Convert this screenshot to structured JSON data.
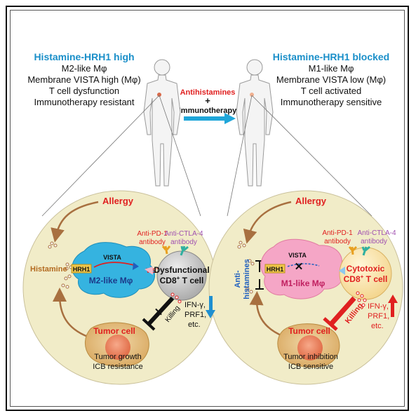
{
  "left_panel": {
    "title": "Histamine-HRH1 high",
    "lines": [
      "M2-like Mφ",
      "Membrane VISTA high (Mφ)",
      "T cell dysfunction",
      "Immunotherapy resistant"
    ]
  },
  "right_panel": {
    "title": "Histamine-HRH1 blocked",
    "lines": [
      "M1-like Mφ",
      "Membrane VISTA low (Mφ)",
      "T cell activated",
      "Immunotherapy sensitive"
    ]
  },
  "center": {
    "antihistamines": "Antihistamines",
    "plus": "+",
    "immunotherapy": "Immunotherapy"
  },
  "left_circle": {
    "allergy": "Allergy",
    "histamine": "Histamine",
    "hrh1": "HRH1",
    "vista_top": "VISTA",
    "vista_right": "VISTA",
    "macrophage": "M2-like Mφ",
    "tcell_line1": "Dysfunctional",
    "tcell_line2": "CD8",
    "tcell_sup": "+",
    "tcell_line3": " T cell",
    "antipd1_1": "Anti-PD-1",
    "antipd1_2": "antibody",
    "antictla4_1": "Anti-CTLA-4",
    "antictla4_2": "antibody",
    "killing": "Killing",
    "cytokines": [
      "IFN-γ,",
      "PRF1,",
      "etc."
    ],
    "tumor": "Tumor cell",
    "caption1": "Tumor growth",
    "caption2": "ICB resistance"
  },
  "right_circle": {
    "allergy": "Allergy",
    "antihistamines1": "Anti-",
    "antihistamines2": "histamines",
    "hrh1": "HRH1",
    "vista": "VISTA",
    "macrophage": "M1-like Mφ",
    "tcell_line1": "Cytotoxic",
    "tcell_line2": "CD8",
    "tcell_sup": "+",
    "tcell_line3": " T cell",
    "antipd1_1": "Anti-PD-1",
    "antipd1_2": "antibody",
    "antictla4_1": "Anti-CTLA-4",
    "antictla4_2": "antibody",
    "killing": "Killing",
    "cytokines": [
      "IFN-γ,",
      "PRF1,",
      "etc."
    ],
    "tumor": "Tumor cell",
    "caption1": "Tumor inhibition",
    "caption2": "ICB sensitive"
  },
  "colors": {
    "title_blue": "#1a8fc9",
    "red": "#e02020",
    "circle_fill": "#f1ecc8",
    "m2_blue": "#35b3e0",
    "m1_pink": "#f5a6c6",
    "tcell_gray": "#c8c8c8",
    "tumor_tan": "#e3c285",
    "arrow_brown": "#a87040"
  }
}
